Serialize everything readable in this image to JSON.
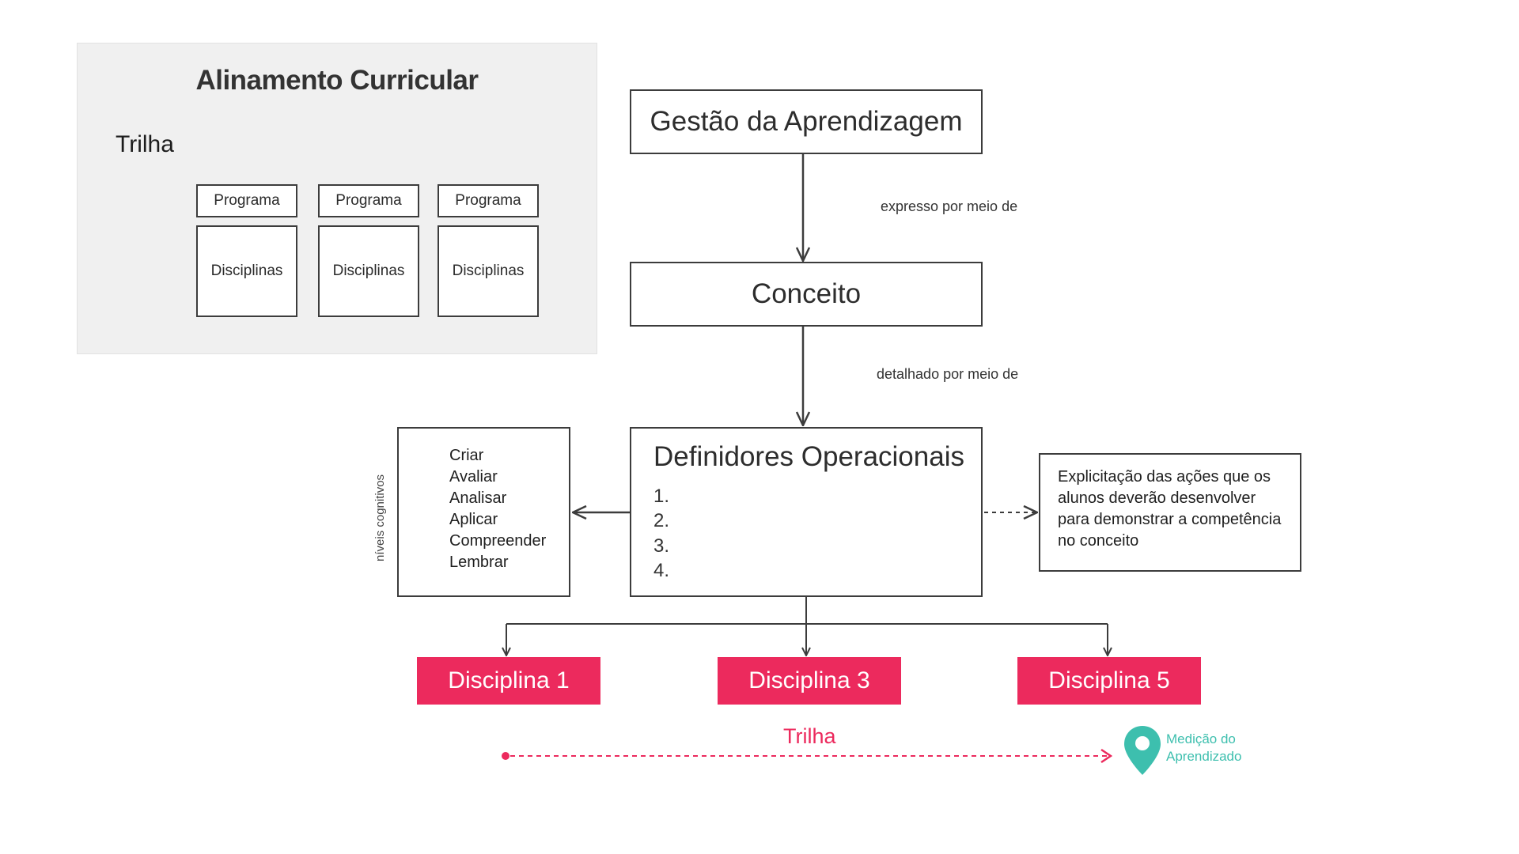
{
  "alinhamento": {
    "title": "Alinamento Curricular",
    "trilha_label": "Trilha",
    "columns": [
      {
        "programa": "Programa",
        "disciplinas": "Disciplinas"
      },
      {
        "programa": "Programa",
        "disciplinas": "Disciplinas"
      },
      {
        "programa": "Programa",
        "disciplinas": "Disciplinas"
      }
    ]
  },
  "flow": {
    "gestao": "Gestão da Aprendizagem",
    "edge1": "expresso por meio de",
    "conceito": "Conceito",
    "edge2": "detalhado por meio de",
    "definidores": {
      "title": "Definidores Operacionais",
      "items": [
        "1.",
        "2.",
        "3.",
        "4."
      ]
    }
  },
  "cognitive": {
    "label": "níveis cognitivos",
    "levels": [
      "Criar",
      "Avaliar",
      "Analisar",
      "Aplicar",
      "Compreender",
      "Lembrar"
    ]
  },
  "explicitacao": "Explicitação das ações que os alunos deverão desenvolver para demonstrar a competência no conceito",
  "disciplinas": [
    "Disciplina 1",
    "Disciplina 3",
    "Disciplina 5"
  ],
  "trilha_bottom": "Trilha",
  "medicao": {
    "line1": "Medição do",
    "line2": "Aprendizado"
  },
  "colors": {
    "accent": "#ec2a5d",
    "teal": "#3dbfae",
    "line": "#3c3c3c",
    "panel": "#f0f0f0"
  }
}
